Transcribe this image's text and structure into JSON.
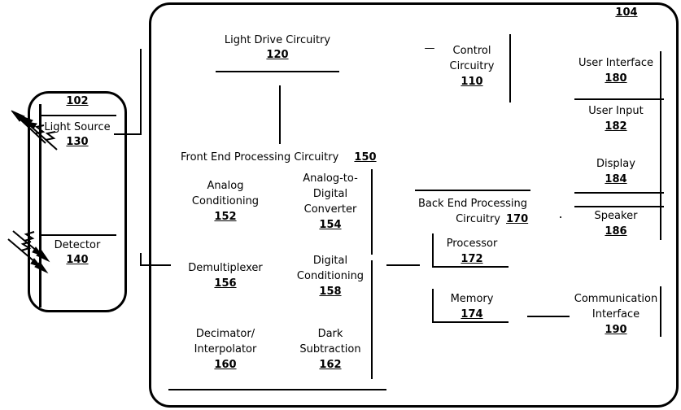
{
  "figure": {
    "type": "patent-block-diagram",
    "system_ref": "104",
    "sensor_ref": "102"
  },
  "sensor_module": {
    "ref": "102",
    "light_source": {
      "label": "Light Source",
      "ref": "130"
    },
    "detector": {
      "label": "Detector",
      "ref": "140"
    },
    "emitted_light_icon": "light-emission-arrows",
    "received_light_icon": "light-reception-arrows"
  },
  "monitor": {
    "ref": "104",
    "light_drive": {
      "label": "Light Drive Circuitry",
      "ref": "120"
    },
    "control": {
      "label_line1": "Control",
      "label_line2": "Circuitry",
      "ref": "110"
    },
    "front_end": {
      "label": "Front End Processing Circuitry",
      "ref": "150",
      "blocks": [
        {
          "label_line1": "Analog",
          "label_line2": "Conditioning",
          "ref": "152"
        },
        {
          "label_line1": "Analog-to-",
          "label_line2": "Digital",
          "label_line3": "Converter",
          "ref": "154"
        },
        {
          "label_line1": "Demultiplexer",
          "label_line2": "",
          "ref": "156"
        },
        {
          "label_line1": "Digital",
          "label_line2": "Conditioning",
          "ref": "158"
        },
        {
          "label_line1": "Decimator/",
          "label_line2": "Interpolator",
          "ref": "160"
        },
        {
          "label_line1": "Dark",
          "label_line2": "Subtraction",
          "ref": "162"
        }
      ]
    },
    "back_end": {
      "label_line1": "Back End Processing",
      "label_line2": "Circuitry",
      "ref": "170",
      "blocks": [
        {
          "label": "Processor",
          "ref": "172"
        },
        {
          "label": "Memory",
          "ref": "174"
        }
      ]
    },
    "user_interface": {
      "label": "User Interface",
      "ref": "180",
      "blocks": [
        {
          "label": "User Input",
          "ref": "182"
        },
        {
          "label": "Display",
          "ref": "184"
        },
        {
          "label": "Speaker",
          "ref": "186"
        }
      ]
    },
    "communication_interface": {
      "label_line1": "Communication",
      "label_line2": "Interface",
      "ref": "190"
    }
  }
}
